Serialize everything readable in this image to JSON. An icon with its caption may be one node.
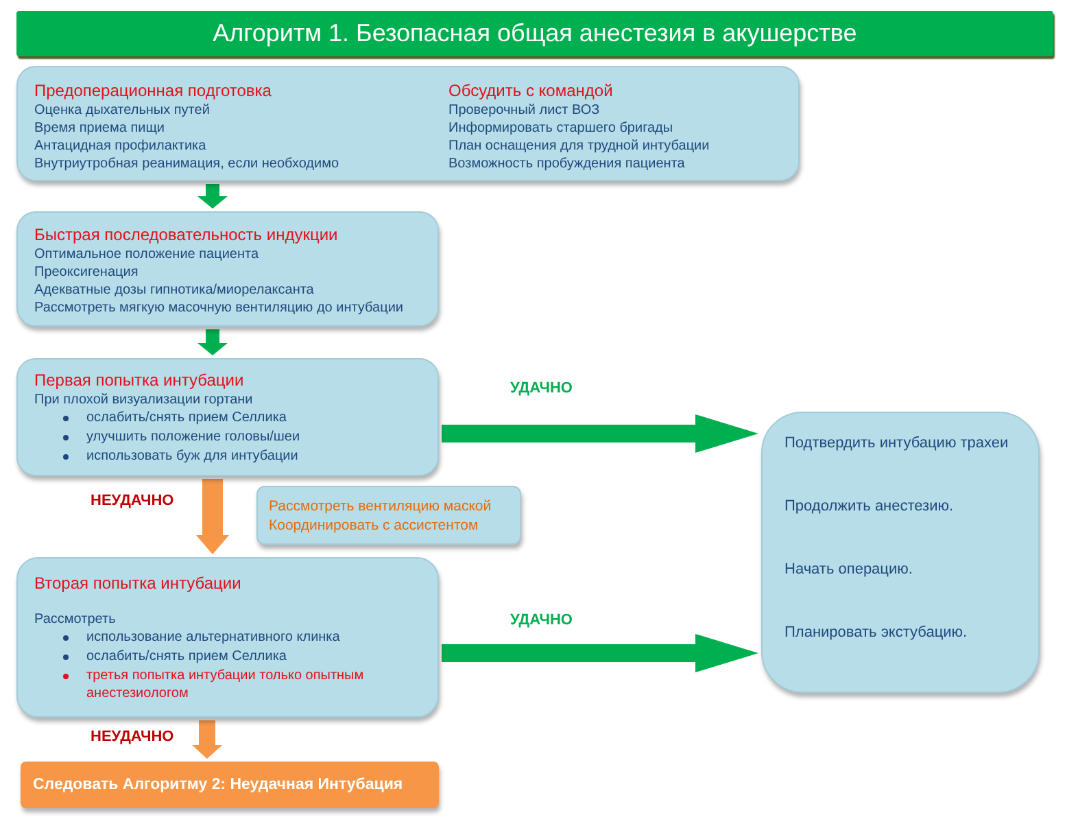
{
  "diagram": {
    "title": "Алгоритм 1. Безопасная общая анестезия в акушерстве",
    "nodes": [
      {
        "text": [
          "Предоперационная подготовка",
          "Оценка дыхательных путей",
          "Время приема пищи",
          "Антацидная профилактика",
          "Внутриутробная реанимация, если необходимо",
          "Обсудить с командой",
          "Проверочный лист ВОЗ",
          "Информировать старшего бригады",
          "План оснащения для трудной интубации",
          "Возможность пробуждения пациента"
        ]
      },
      {
        "text": [
          "Быстрая последовательность индукции",
          "Оптимальное положение пациента",
          "Преоксигенация",
          "Адекватные дозы гипнотика/миорелаксанта",
          "Рассмотреть мягкую масочную вентиляцию до интубации"
        ]
      },
      {
        "text": [
          "Первая попытка интубации",
          "При плохой визуализации гортани",
          "ослабить/снять прием Селлика",
          "улучшить положение головы/шеи",
          "использовать буж для интубации"
        ]
      },
      {
        "text": [
          "Рассмотреть вентиляцию маской",
          "Координировать с ассистентом"
        ]
      },
      {
        "text": [
          "Вторая попытка интубации",
          "Рассмотреть",
          "использование альтернативного клинка",
          "ослабить/снять прием Селлика",
          "третья попытка интубации только опытным анестезиологом"
        ]
      },
      {
        "text": [
          "Подтвердить интубацию трахеи",
          "Продолжить анестезию.",
          "Начать операцию.",
          "Планировать экстубацию."
        ]
      },
      {
        "text": [
          "Следовать Алгоритму 2: Неудачная Интубация"
        ]
      }
    ],
    "edges": [
      {
        "from": 0,
        "to": 1,
        "arrow": "to"
      },
      {
        "from": 1,
        "to": 2,
        "arrow": "to"
      },
      {
        "from": 2,
        "to": 5,
        "arrow": "to",
        "label": "УДАЧНО"
      },
      {
        "from": 2,
        "to": 4,
        "arrow": "to",
        "label": "НЕУДАЧНО",
        "color": "#f79646"
      },
      {
        "from": 4,
        "to": 5,
        "arrow": "to",
        "label": "УДАЧНО"
      },
      {
        "from": 4,
        "to": 6,
        "arrow": "to",
        "label": "НЕУДАЧНО",
        "color": "#f79646"
      }
    ]
  }
}
